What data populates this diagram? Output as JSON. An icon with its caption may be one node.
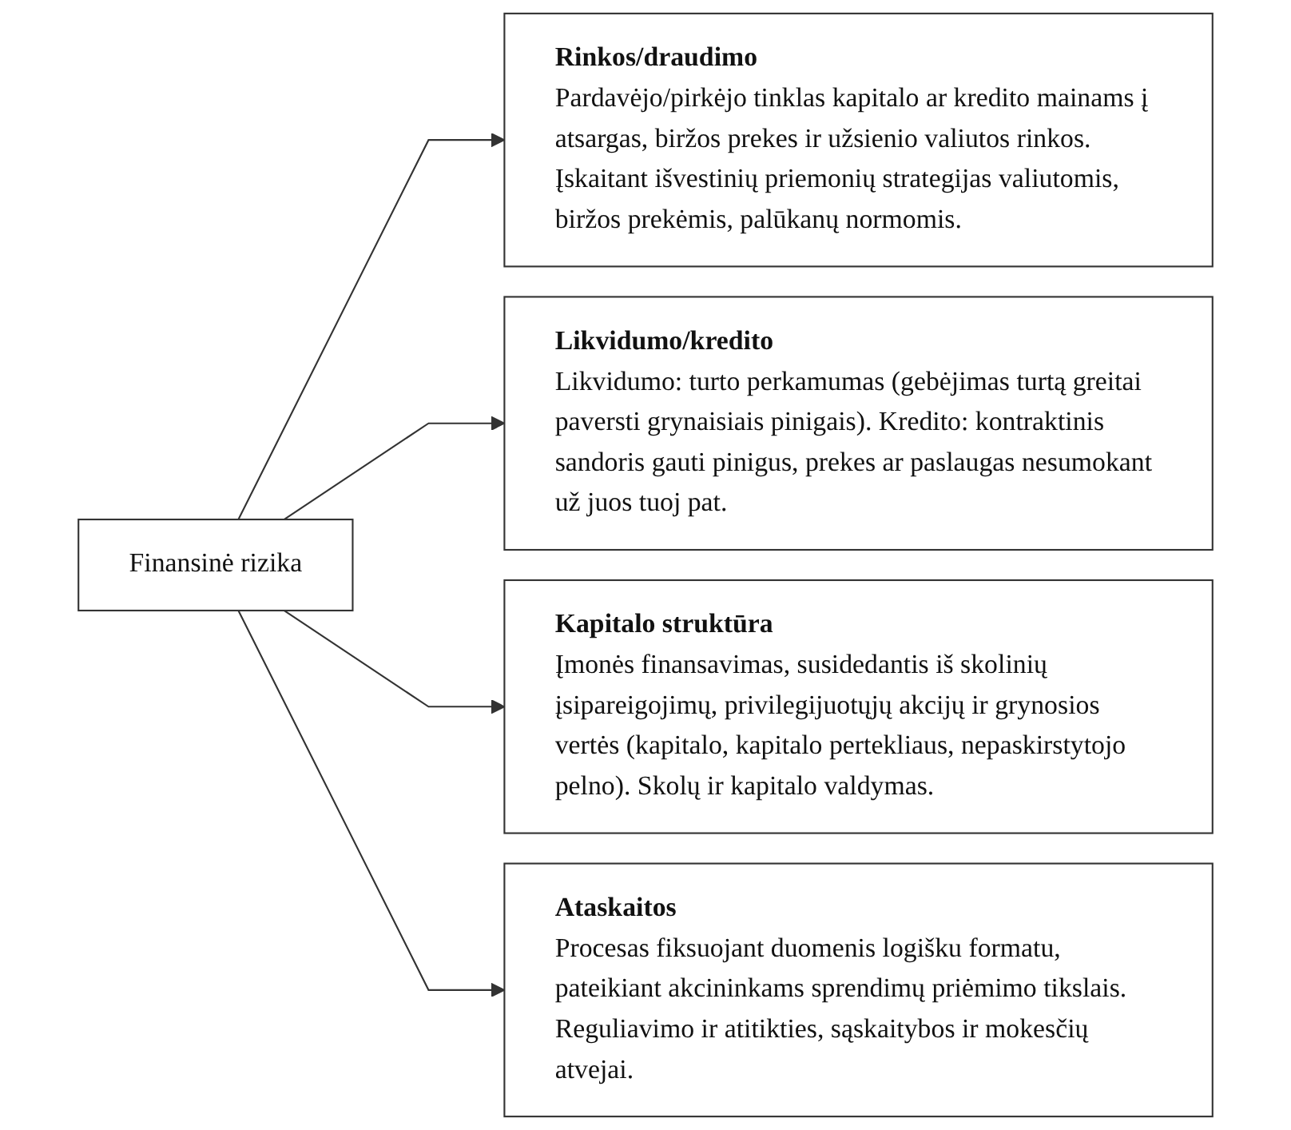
{
  "diagram": {
    "nodes": [
      {
        "text": [
          "Finansinė rizika"
        ]
      },
      {
        "text": [
          "Rinkos/draudimo",
          "Pardavėjo/pirkėjo tinklas kapitalo ar kredito mainams į atsargas, biržos prekes ir užsienio valiutos rinkos. Įskaitant išvestinių priemonių strategijas valiutomis, biržos prekėmis, palūkanų normomis."
        ]
      },
      {
        "text": [
          "Likvidumo/kredito",
          "Likvidumo: turto perkamumas (gebėjimas turtą greitai paversti grynaisiais pinigais). Kredito: kontraktinis sandoris gauti pinigus, prekes ar paslaugas nesumokant už juos tuoj pat."
        ]
      },
      {
        "text": [
          "Kapitalo struktūra",
          "Įmonės finansavimas, susidedantis iš skolinių įsipareigojimų, privilegijuotųjų akcijų ir grynosios vertės (kapitalo, kapitalo pertekliaus, nepaskirstytojo pelno). Skolų ir kapitalo valdymas."
        ]
      },
      {
        "text": [
          "Ataskaitos",
          "Procesas fiksuojant duomenis logišku formatu, pateikiant akcininkams sprendimų priėmimo tikslais. Reguliavimo ir atitikties, sąskaitybos ir mokesčių atvejai."
        ]
      }
    ],
    "edges": [
      {
        "from": 0,
        "to": 1,
        "arrow": "to"
      },
      {
        "from": 0,
        "to": 2,
        "arrow": "to"
      },
      {
        "from": 0,
        "to": 3,
        "arrow": "to"
      },
      {
        "from": 0,
        "to": 4,
        "arrow": "to"
      }
    ]
  }
}
